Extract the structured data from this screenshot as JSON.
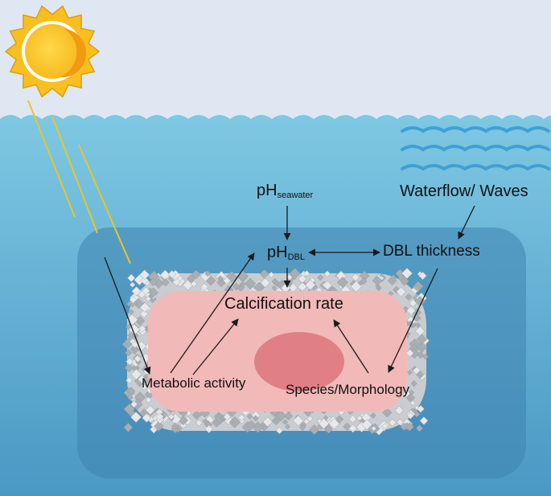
{
  "labels": {
    "ph_seawater_main": "pH",
    "ph_seawater_sub": "seawater",
    "ph_dbl_main": "pH",
    "ph_dbl_sub": "DBL",
    "dbl_thickness": "DBL thickness",
    "waterflow": "Waterflow/ Waves",
    "calcification": "Calcification rate",
    "metabolic": "Metabolic activity",
    "species": "Species/Morphology"
  },
  "colors": {
    "sky": "#dfe8f2",
    "water_top": "#7ec8e3",
    "water_bottom": "#4a98c4",
    "tank": "#3f83b0",
    "organism": "#f2b9b9",
    "inner_spot": "#e07f84",
    "crystals": "#bfc3c7",
    "sun": "#f7c020",
    "sun_rays": "#e7c62a",
    "arrow": "#1a1a1a",
    "waves": "#3fa0d6"
  },
  "icons": [
    "sun-icon",
    "sunlight-rays-icon",
    "water-waves-icon",
    "crystal-shell-icon"
  ]
}
